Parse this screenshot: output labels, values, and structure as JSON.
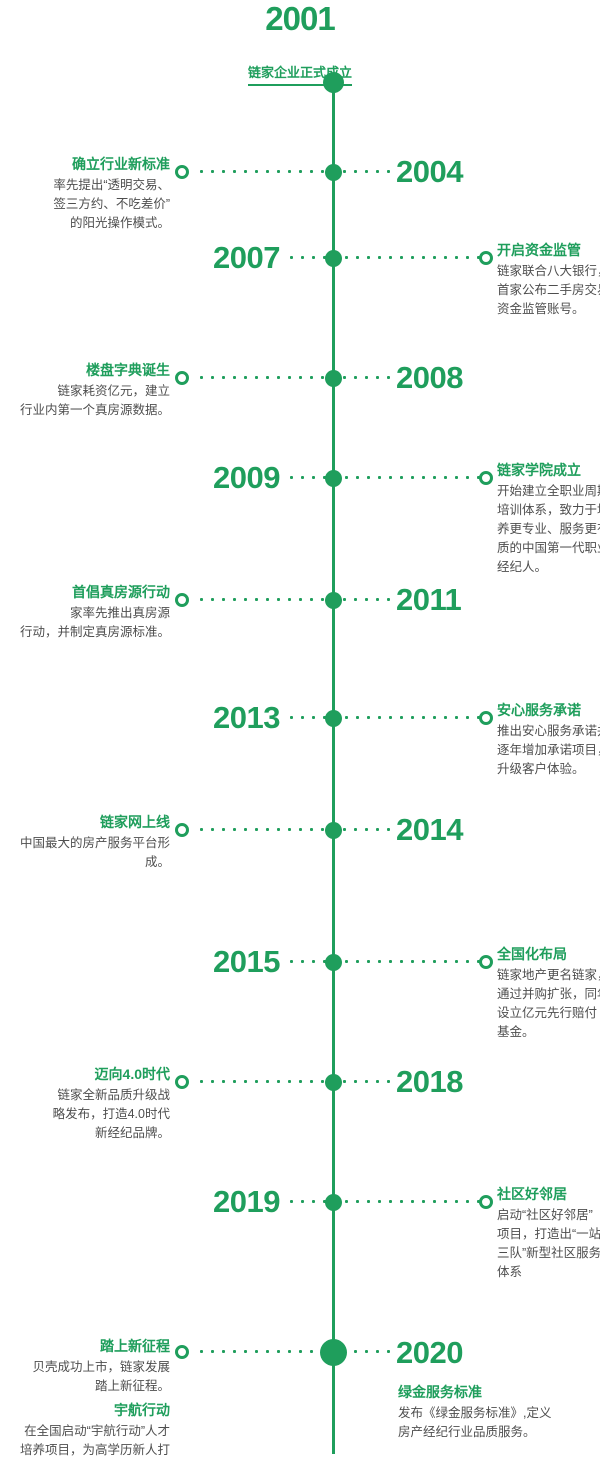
{
  "brand": {
    "accent_green": "#1f9e5c",
    "body_gray": "#4e4e4e"
  },
  "header": {
    "year": "2001",
    "subtitle": "链家企业正式成立"
  },
  "events": [
    {
      "year": "2004",
      "side": "left",
      "title": "确立行业新标准",
      "body": "率先提出“透明交易、\n签三方约、不吃差价”\n的阳光操作模式。"
    },
    {
      "year": "2007",
      "side": "right",
      "title": "开启资金监管",
      "body": "链家联合八大银行，\n首家公布二手房交易\n资金监管账号。"
    },
    {
      "year": "2008",
      "side": "left",
      "title": "楼盘字典诞生",
      "body": "链家耗资亿元，建立\n行业内第一个真房源数据。"
    },
    {
      "year": "2009",
      "side": "right",
      "title": "链家学院成立",
      "body": "开始建立全职业周期\n培训体系，致力于培\n养更专业、服务更有品\n质的中国第一代职业\n经纪人。"
    },
    {
      "year": "2011",
      "side": "left",
      "title": "首倡真房源行动",
      "body": "家率先推出真房源\n行动，并制定真房源标准。"
    },
    {
      "year": "2013",
      "side": "right",
      "title": "安心服务承诺",
      "body": "推出安心服务承诺并\n逐年增加承诺项目，\n升级客户体验。"
    },
    {
      "year": "2014",
      "side": "left",
      "title": "链家网上线",
      "body": "中国最大的房产服务平台形成。"
    },
    {
      "year": "2015",
      "side": "right",
      "title": "全国化布局",
      "body": "链家地产更名链家，\n通过并购扩张，同年\n设立亿元先行赔付\n基金。"
    },
    {
      "year": "2018",
      "side": "left",
      "title": "迈向4.0时代",
      "body": "链家全新品质升级战\n略发布，打造4.0时代\n新经纪品牌。"
    },
    {
      "year": "2019",
      "side": "right",
      "title": "社区好邻居",
      "body": "启动“社区好邻居”\n项目，打造出“一站\n三队”新型社区服务\n体系"
    }
  ],
  "finale": {
    "year": "2020",
    "left_title": "踏上新征程",
    "left_body": "贝壳成功上市，链家发展\n踏上新征程。",
    "left_title2": "宇航行动",
    "left_body2": "在全国启动“宇航行动”人才\n培养项目，为高学历新人打\n造快速提升通道。",
    "right_title": "绿金服务标准",
    "right_body": "发布《绿金服务标准》,定义\n房产经纪行业品质服务。"
  }
}
